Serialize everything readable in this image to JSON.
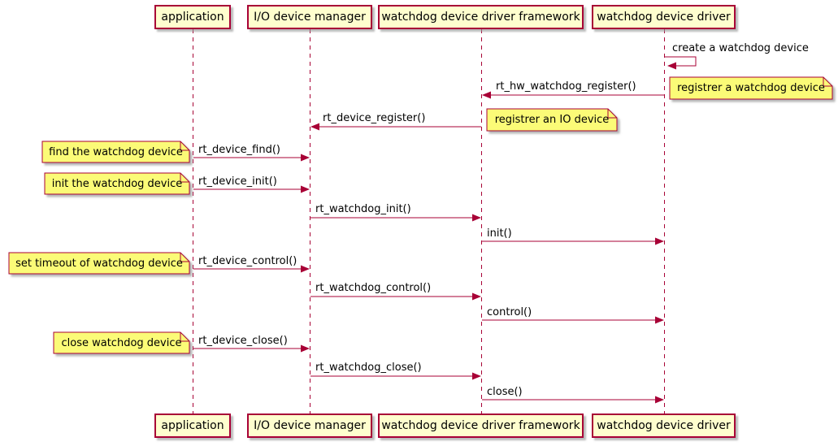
{
  "diagram": {
    "type": "sequence-diagram",
    "participants": [
      {
        "label": "application"
      },
      {
        "label": "I/O device manager"
      },
      {
        "label": "watchdog device driver framework"
      },
      {
        "label": "watchdog device driver"
      }
    ],
    "messages": [
      {
        "label": "create a watchdog device",
        "from": "watchdog device driver",
        "to": "watchdog device driver",
        "kind": "self"
      },
      {
        "label": "rt_hw_watchdog_register()",
        "from": "watchdog device driver",
        "to": "watchdog device driver framework"
      },
      {
        "label": "rt_device_register()",
        "from": "watchdog device driver framework",
        "to": "I/O device manager"
      },
      {
        "label": "rt_device_find()",
        "from": "application",
        "to": "I/O device manager"
      },
      {
        "label": "rt_device_init()",
        "from": "application",
        "to": "I/O device manager"
      },
      {
        "label": "rt_watchdog_init()",
        "from": "I/O device manager",
        "to": "watchdog device driver framework"
      },
      {
        "label": "init()",
        "from": "watchdog device driver framework",
        "to": "watchdog device driver"
      },
      {
        "label": "rt_device_control()",
        "from": "application",
        "to": "I/O device manager"
      },
      {
        "label": "rt_watchdog_control()",
        "from": "I/O device manager",
        "to": "watchdog device driver framework"
      },
      {
        "label": "control()",
        "from": "watchdog device driver framework",
        "to": "watchdog device driver"
      },
      {
        "label": "rt_device_close()",
        "from": "application",
        "to": "I/O device manager"
      },
      {
        "label": "rt_watchdog_close()",
        "from": "I/O device manager",
        "to": "watchdog device driver framework"
      },
      {
        "label": "close()",
        "from": "watchdog device driver framework",
        "to": "watchdog device driver"
      }
    ],
    "notes": [
      {
        "label": "registrer a watchdog device"
      },
      {
        "label": "registrer an IO device"
      },
      {
        "label": "find the watchdog device"
      },
      {
        "label": "init the watchdog device"
      },
      {
        "label": "set timeout of watchdog device"
      },
      {
        "label": "close watchdog device"
      }
    ],
    "colors": {
      "border": "#A80036",
      "arrow": "#A80036",
      "participant_fill": "#FEFECE",
      "note_fill": "#FBFB77",
      "background": "#FFFFFF",
      "text": "#000000"
    }
  }
}
